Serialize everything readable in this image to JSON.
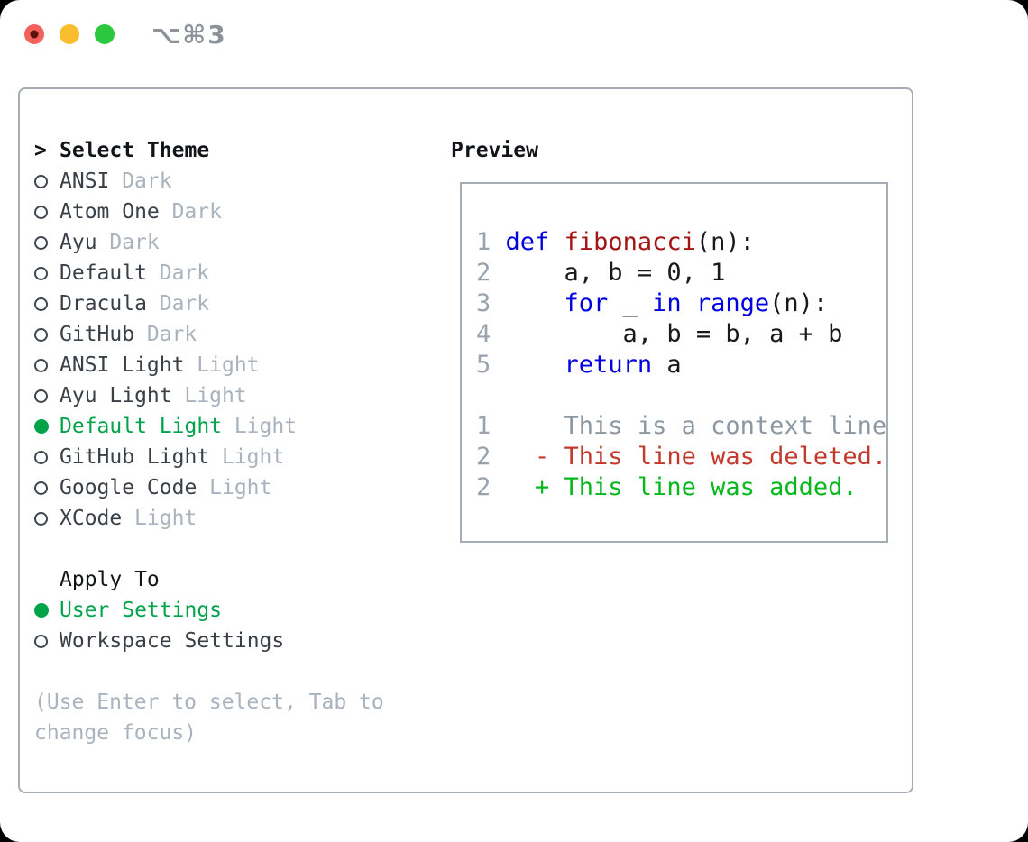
{
  "titlebar": {
    "shortcut": "⌥⌘3"
  },
  "colors": {
    "selection_green": "#00a34a",
    "added_green": "#07b81c",
    "deleted_red": "#c3392b",
    "keyword_blue": "#0000e0",
    "function_red": "#a31515",
    "traffic_red": "#f4605a",
    "traffic_yellow": "#f9bd2e",
    "traffic_green": "#2bc840"
  },
  "theme_list": {
    "prompt": ">",
    "title": "Select Theme",
    "items": [
      {
        "label": "ANSI",
        "variant": "Dark",
        "selected": false
      },
      {
        "label": "Atom One",
        "variant": "Dark",
        "selected": false
      },
      {
        "label": "Ayu",
        "variant": "Dark",
        "selected": false
      },
      {
        "label": "Default",
        "variant": "Dark",
        "selected": false
      },
      {
        "label": "Dracula",
        "variant": "Dark",
        "selected": false
      },
      {
        "label": "GitHub",
        "variant": "Dark",
        "selected": false
      },
      {
        "label": "ANSI Light",
        "variant": "Light",
        "selected": false
      },
      {
        "label": "Ayu Light",
        "variant": "Light",
        "selected": false
      },
      {
        "label": "Default Light",
        "variant": "Light",
        "selected": true
      },
      {
        "label": "GitHub Light",
        "variant": "Light",
        "selected": false
      },
      {
        "label": "Google Code",
        "variant": "Light",
        "selected": false
      },
      {
        "label": "XCode",
        "variant": "Light",
        "selected": false
      }
    ]
  },
  "apply_to": {
    "title": "Apply To",
    "options": [
      {
        "label": "User Settings",
        "selected": true
      },
      {
        "label": "Workspace Settings",
        "selected": false
      }
    ]
  },
  "hint": "(Use Enter to select, Tab to change focus)",
  "preview": {
    "title": "Preview",
    "code_lines": [
      {
        "num": "1",
        "tokens": [
          {
            "text": "def",
            "c": "kw"
          },
          {
            "text": " ",
            "c": "pl"
          },
          {
            "text": "fibonacci",
            "c": "fn"
          },
          {
            "text": "(n):",
            "c": "pl"
          }
        ]
      },
      {
        "num": "2",
        "tokens": [
          {
            "text": "    a, b = 0, 1",
            "c": "pl"
          }
        ]
      },
      {
        "num": "3",
        "tokens": [
          {
            "text": "    ",
            "c": "pl"
          },
          {
            "text": "for",
            "c": "kw"
          },
          {
            "text": " _ ",
            "c": "pl"
          },
          {
            "text": "in",
            "c": "kw"
          },
          {
            "text": " ",
            "c": "pl"
          },
          {
            "text": "range",
            "c": "kw"
          },
          {
            "text": "(n):",
            "c": "pl"
          }
        ]
      },
      {
        "num": "4",
        "tokens": [
          {
            "text": "        a, b = b, a + b",
            "c": "pl"
          }
        ]
      },
      {
        "num": "5",
        "tokens": [
          {
            "text": "    ",
            "c": "pl"
          },
          {
            "text": "return",
            "c": "kw"
          },
          {
            "text": " a",
            "c": "pl"
          }
        ]
      }
    ],
    "diff_lines": [
      {
        "num": "1",
        "text": "     This is a context line.",
        "type": "context"
      },
      {
        "num": "2",
        "text": "   - This line was deleted.",
        "type": "deleted"
      },
      {
        "num": "2",
        "text": "   + This line was added.",
        "type": "added"
      }
    ]
  }
}
